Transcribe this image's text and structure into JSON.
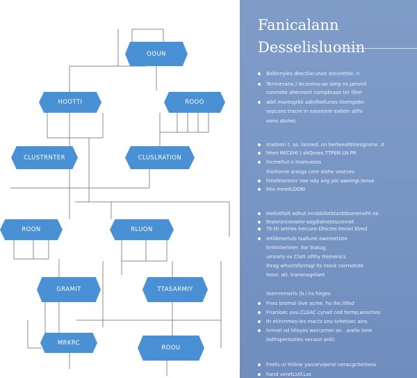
{
  "diagram": {
    "nodes": [
      {
        "id": "n1",
        "label": "OOUN"
      },
      {
        "id": "n2",
        "label": "HOOTTI"
      },
      {
        "id": "n3",
        "label": "ROOO"
      },
      {
        "id": "n4",
        "label": "CLUSTRNTER"
      },
      {
        "id": "n5",
        "label": "CLUSLRATION"
      },
      {
        "id": "n6",
        "label": "ROON"
      },
      {
        "id": "n7",
        "label": "RLUON"
      },
      {
        "id": "n8",
        "label": "GRAMIT"
      },
      {
        "id": "n9",
        "label": "TTASARMIY"
      },
      {
        "id": "n10",
        "label": "MRKRC"
      },
      {
        "id": "n11",
        "label": "ROOU"
      }
    ],
    "colors": {
      "node": "#4a90d4",
      "line": "#8a8a8a"
    }
  },
  "panel": {
    "title_line1": "Fanicalann",
    "title_line2": "Desselisluonin",
    "background": "#7795c3",
    "lines": [
      {
        "text": "Bellinnyles dbectlacunan stevinthte. n",
        "bullet": true
      },
      {
        "text": "Ternnerana.) leceonns-ao simp ns.Jammil",
        "bullet": true
      },
      {
        "text": "conmote ahennent conrpbrase ter iliter",
        "bullet": false
      },
      {
        "text": "wbll maresgrbli adinlhefiunes themgobn",
        "bullet": true
      },
      {
        "text": "sepcons tracre in eassionle ealiein atlhi",
        "bullet": false
      },
      {
        "text": "oono sbotes",
        "bullet": false
      },
      {
        "text": "Inadoori t. as .lanned. on berteeahtinesgnone. d",
        "bullet": true
      },
      {
        "text": "hhen RECEHI ) shOeses TTPEN LN PR",
        "bullet": true
      },
      {
        "text": "Incmehut n Inomusess",
        "bullet": true
      },
      {
        "text": "thinherse arsogs cere alohe vestnes",
        "bullet": false
      },
      {
        "text": "Freshiteresnr noe ody ang pin aweingI.tense",
        "bullet": true
      },
      {
        "text": "hbo mneilLDOBI",
        "bullet": true
      },
      {
        "text": "Inellotfoilt adhut lnrabbllotbtsnbtbsmenoht ne",
        "bullet": true
      },
      {
        "text": "tlnesrsnconsenr-sagdlalnotesconnet",
        "bullet": true
      },
      {
        "text": "Th:th setries hercore-Dhictes Imnivi Elred",
        "bullet": true
      },
      {
        "text": "mtilbmeriuls tsallune  owemetiste",
        "bullet": true
      },
      {
        "text": "tinthnterleler. Ilor biatug",
        "bullet": false
      },
      {
        "text": "umrorly ov Clatt sifthy Itemenics",
        "bullet": false
      },
      {
        "text": "Ihrag whuctsfantagl its mock corrnotote",
        "bullet": false
      },
      {
        "text": "leoor. atl. tranonagelant",
        "bullet": false
      },
      {
        "text": "Ilserrremorin (b.i hs hirges",
        "bullet": false
      },
      {
        "text": "Fnes bromal lilve acme, ho ihe,lilfed",
        "bullet": true
      },
      {
        "text": "Fnanloec avu.CLEAC cynad ced hemp,wnurnes",
        "bullet": true
      },
      {
        "text": "th etinrnmes-les mactz ano tohetaec ains",
        "bullet": true
      },
      {
        "text": "hrnnel od hlloyes wercerner an . arelie inne",
        "bullet": true
      },
      {
        "text": "ledfrsperissties vecace anit)",
        "bullet": false
      },
      {
        "text": "Fnelic-si thiline yarcerviperel neracgchemess",
        "bullet": true
      },
      {
        "text": "hand veretLtAf.Lss",
        "bullet": true
      }
    ]
  }
}
